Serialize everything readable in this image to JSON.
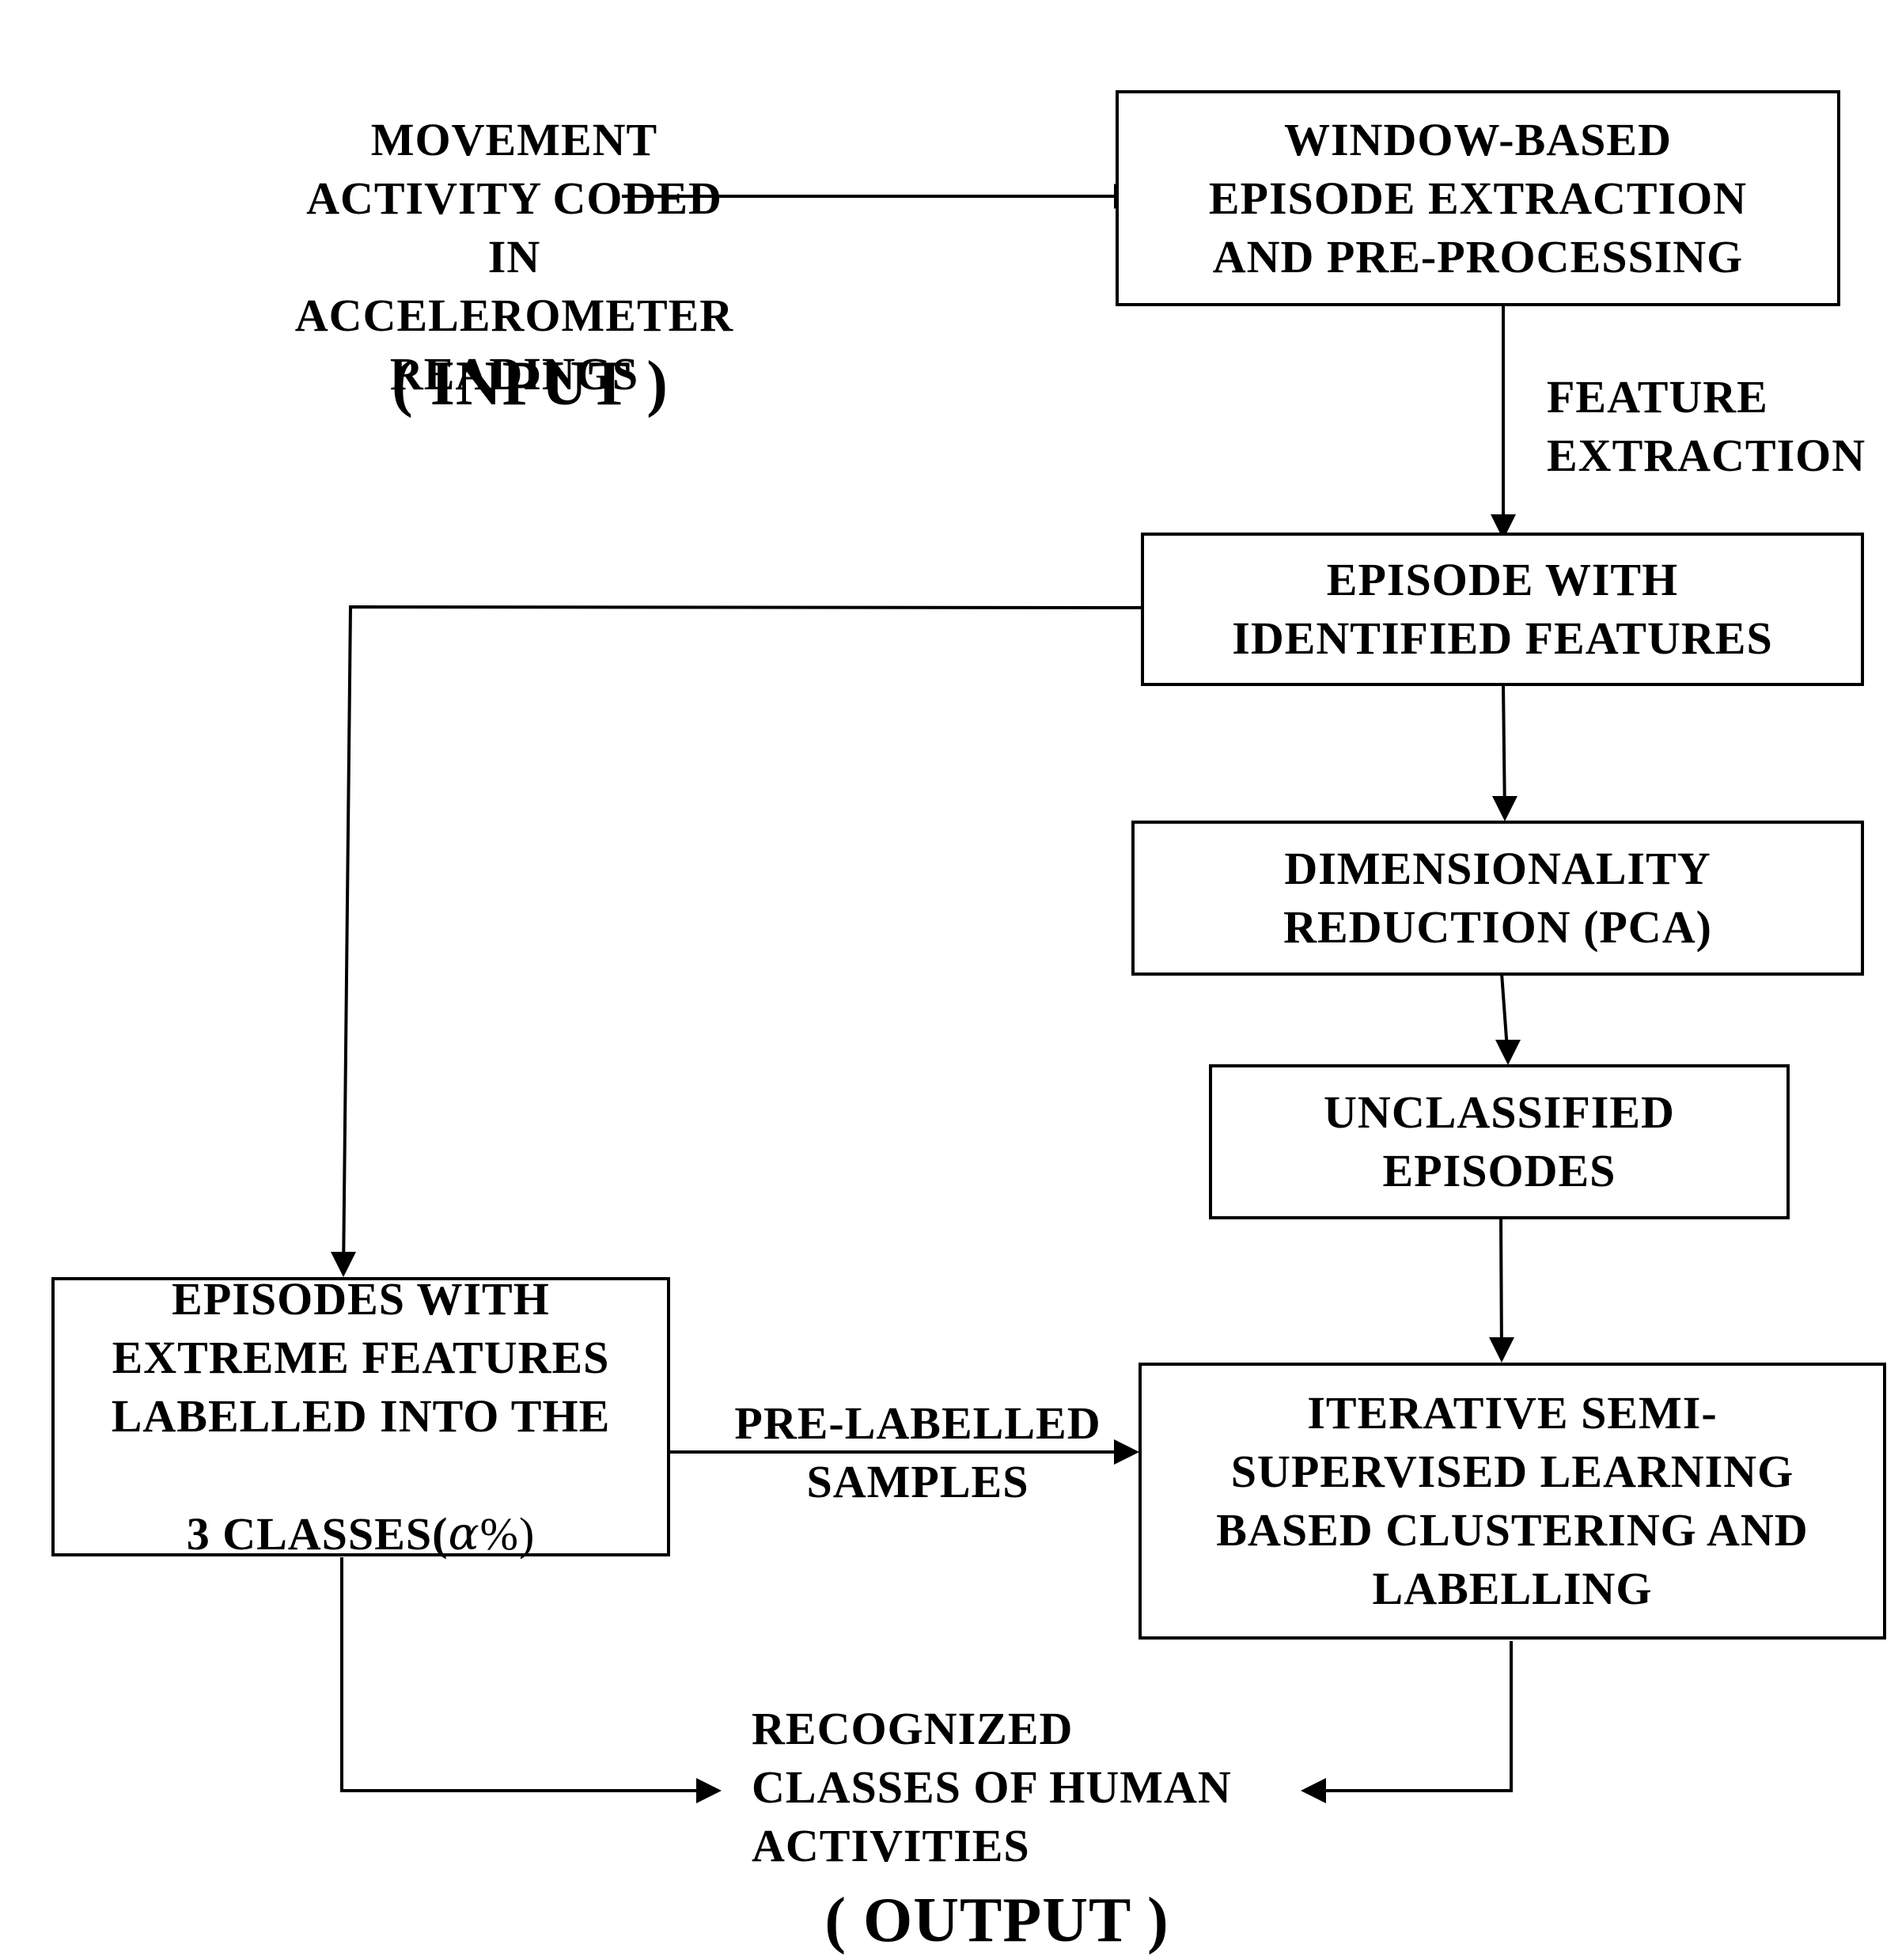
{
  "input": {
    "text": "MOVEMENT\nACTIVITY CODED\nIN\nACCELEROMETER\nREADINGS",
    "tag": "( INPUT )"
  },
  "boxes": {
    "window_based": "WINDOW-BASED\nEPISODE EXTRACTION\nAND PRE-PROCESSING",
    "identified_features": "EPISODE WITH\nIDENTIFIED FEATURES",
    "dimensionality": "DIMENSIONALITY\nREDUCTION (PCA)",
    "unclassified": "UNCLASSIFIED\nEPISODES",
    "extreme_features": "EPISODES WITH\nEXTREME FEATURES\nLABELLED INTO THE",
    "extreme_features_last": "3 CLASSES(",
    "alpha_symbol": "α",
    "alpha_suffix": "%)",
    "semi_supervised": "ITERATIVE SEMI-\nSUPERVISED LEARNING\nBASED CLUSTERING AND\nLABELLING"
  },
  "edge_labels": {
    "feature_extraction": "FEATURE\nEXTRACTION",
    "pre_labelled": "PRE-LABELLED\nSAMPLES"
  },
  "output": {
    "text": "RECOGNIZED\nCLASSES OF HUMAN\nACTIVITIES",
    "tag": "( OUTPUT )"
  },
  "colors": {
    "stroke": "#000000",
    "background": "#ffffff"
  }
}
